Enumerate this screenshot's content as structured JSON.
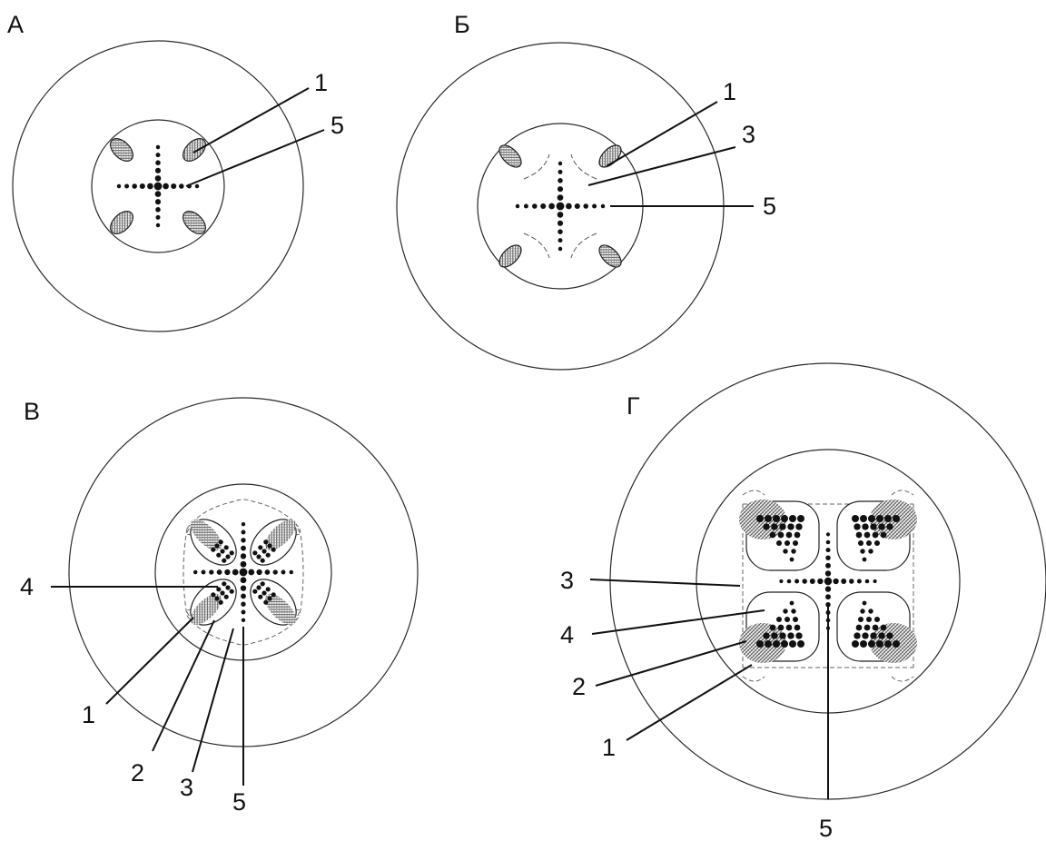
{
  "panels": [
    {
      "id": "a",
      "letter": "А",
      "labels": [
        "1",
        "5"
      ]
    },
    {
      "id": "b",
      "letter": "Б",
      "labels": [
        "1",
        "3",
        "5"
      ]
    },
    {
      "id": "v",
      "letter": "В",
      "labels": [
        "4",
        "1",
        "2",
        "3",
        "5"
      ]
    },
    {
      "id": "g",
      "letter": "Г",
      "labels": [
        "3",
        "4",
        "2",
        "1",
        "5"
      ]
    }
  ],
  "colors": {
    "line": "#2a2a2a",
    "dot": "#111111",
    "hatch": "#666666"
  }
}
